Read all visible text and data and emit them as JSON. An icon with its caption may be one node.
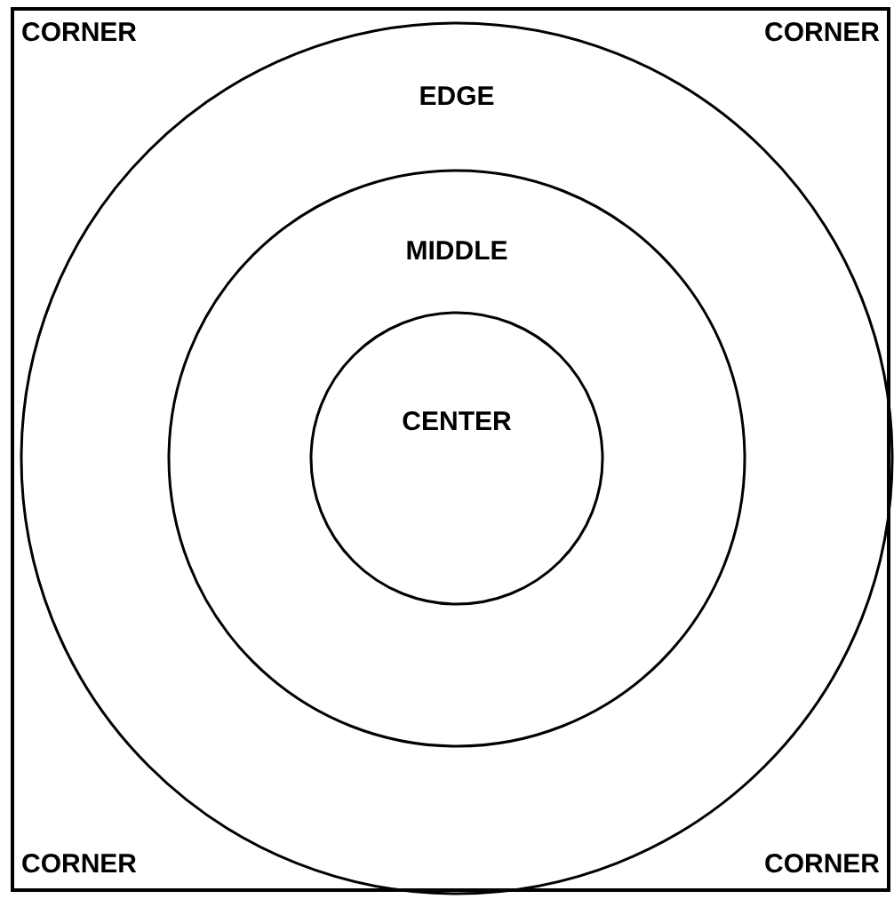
{
  "diagram": {
    "nodes": [
      {
        "text": [
          "CORNER",
          "CORNER",
          "CORNER",
          "CORNER"
        ]
      },
      {
        "text": [
          "EDGE"
        ],
        "in": 0
      },
      {
        "text": [
          "MIDDLE"
        ],
        "in": 1
      },
      {
        "text": [
          "CENTER"
        ],
        "in": 2
      }
    ]
  }
}
